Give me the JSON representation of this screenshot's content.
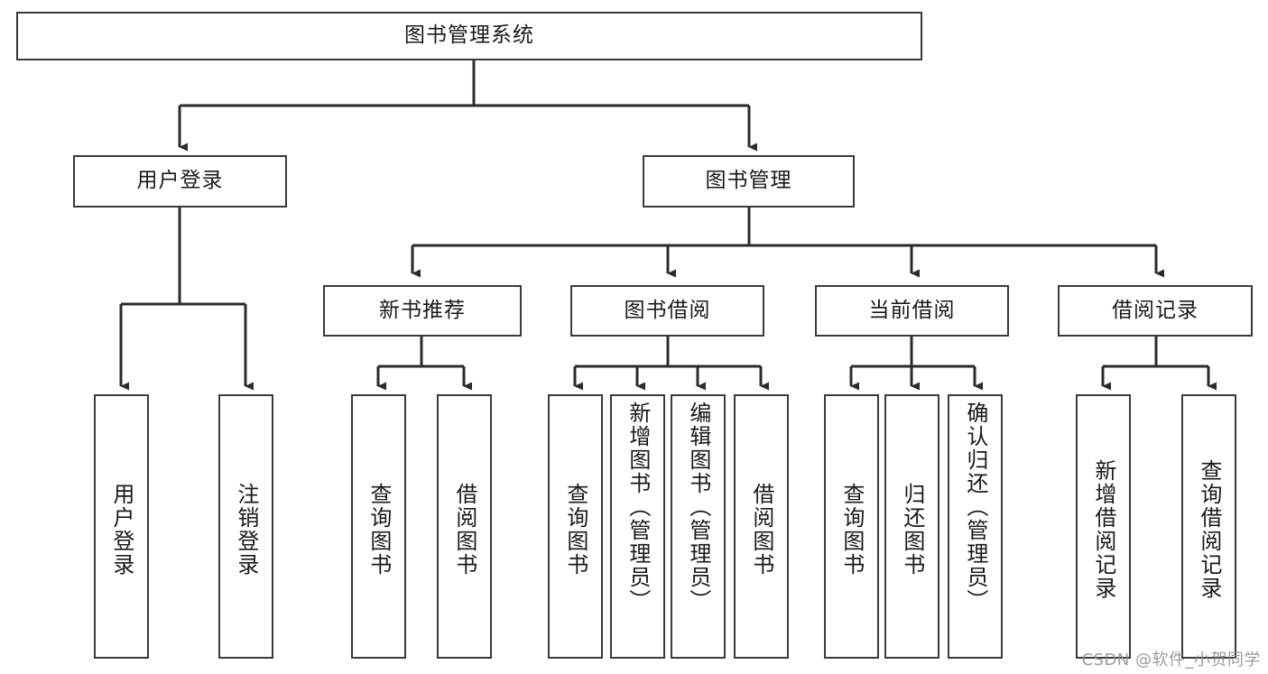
{
  "diagram": {
    "title": "图书管理系统",
    "type": "hierarchy-tree",
    "colors": {
      "box_border": "#3a3a3a",
      "box_fill": "#ffffff",
      "connector": "#2b2b2b",
      "text": "#1a1a1a",
      "watermark": "#8e8e8e",
      "background": "#ffffff"
    },
    "root": {
      "label": "图书管理系统"
    },
    "level1": [
      {
        "label": "用户登录"
      },
      {
        "label": "图书管理"
      }
    ],
    "level2": [
      {
        "label": "新书推荐"
      },
      {
        "label": "图书借阅"
      },
      {
        "label": "当前借阅"
      },
      {
        "label": "借阅记录"
      }
    ],
    "leaves": {
      "user_login": [
        {
          "label": "用户登录"
        },
        {
          "label": "注销登录"
        }
      ],
      "new_book_recommend": [
        {
          "label": "查询图书"
        },
        {
          "label": "借阅图书"
        }
      ],
      "book_borrow": [
        {
          "label": "查询图书"
        },
        {
          "label": "新增图书（管理员）"
        },
        {
          "label": "编辑图书（管理员）"
        },
        {
          "label": "借阅图书"
        }
      ],
      "current_borrow": [
        {
          "label": "查询图书"
        },
        {
          "label": "归还图书"
        },
        {
          "label": "确认归还（管理员）"
        }
      ],
      "borrow_record": [
        {
          "label": "新增借阅记录"
        },
        {
          "label": "查询借阅记录"
        }
      ]
    },
    "watermark": "CSDN @软件_小贺同学"
  }
}
